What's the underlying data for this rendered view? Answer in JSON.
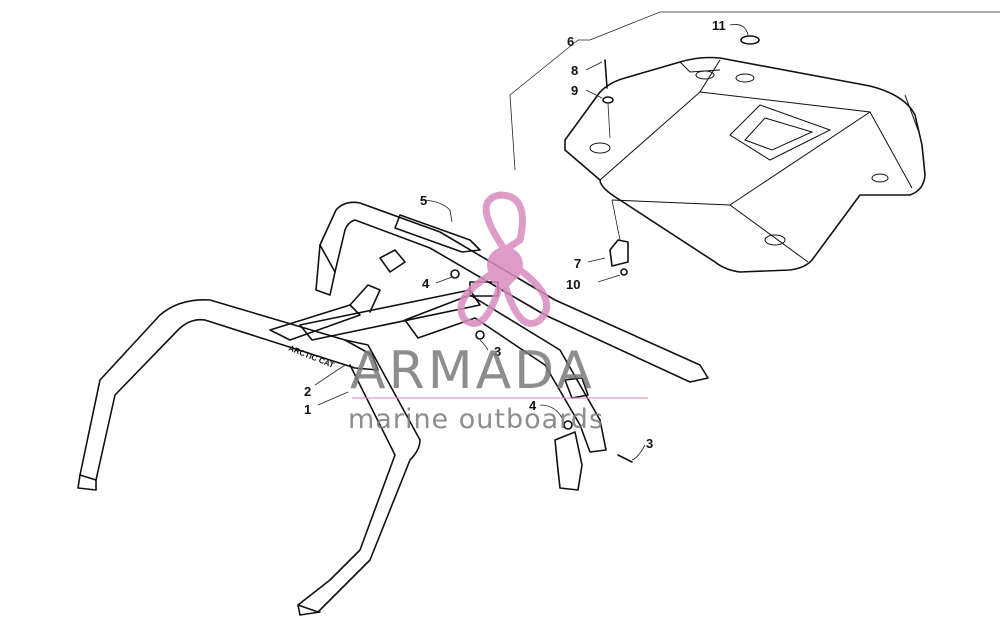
{
  "diagram": {
    "callouts": {
      "c1": "1",
      "c2": "2",
      "c3a": "3",
      "c3b": "3",
      "c4a": "4",
      "c4b": "4",
      "c5": "5",
      "c6": "6",
      "c7": "7",
      "c8": "8",
      "c9": "9",
      "c10": "10",
      "c11": "11"
    },
    "bar_brand_text": "ARCTIC CAT"
  },
  "watermark": {
    "brand": "ARMADA",
    "tagline": "marine outboards",
    "logo_color": "#d98bbf",
    "text_color": "#7a7a7a"
  }
}
